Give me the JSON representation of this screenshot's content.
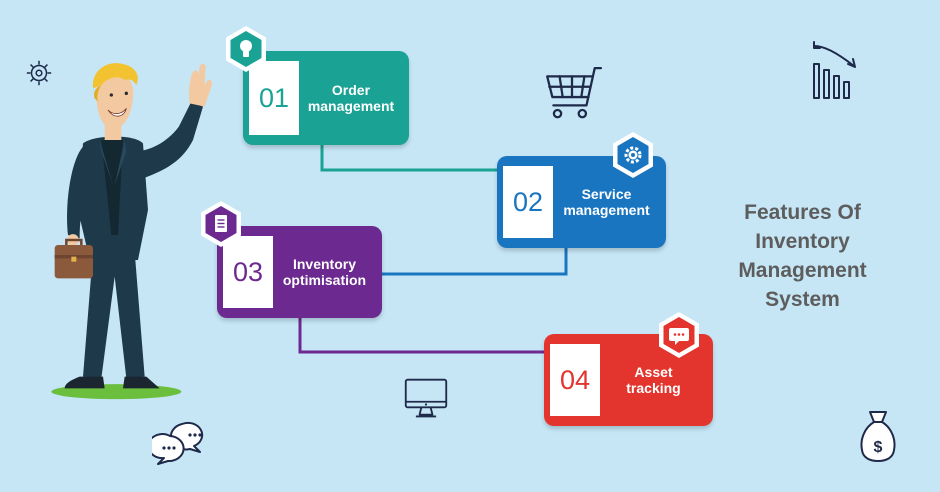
{
  "features": [
    {
      "number": "01",
      "label_line1": "Order",
      "label_line2": "management",
      "color": "#1aa394",
      "icon": "lightbulb-icon"
    },
    {
      "number": "02",
      "label_line1": "Service",
      "label_line2": "management",
      "color": "#1a75c0",
      "icon": "gear-icon"
    },
    {
      "number": "03",
      "label_line1": "Inventory",
      "label_line2": "optimisation",
      "color": "#6c2a90",
      "icon": "document-icon"
    },
    {
      "number": "04",
      "label_line1": "Asset",
      "label_line2": "tracking",
      "color": "#e3342d",
      "icon": "chat-bubble-icon"
    }
  ],
  "title": {
    "line1": "Features Of",
    "line2": "Inventory",
    "line3": "Management",
    "line4": "System"
  },
  "colors": {
    "background": "#c6e6f6",
    "title_text": "#5d5d5d",
    "outline_icons": "#1f2a4a"
  }
}
